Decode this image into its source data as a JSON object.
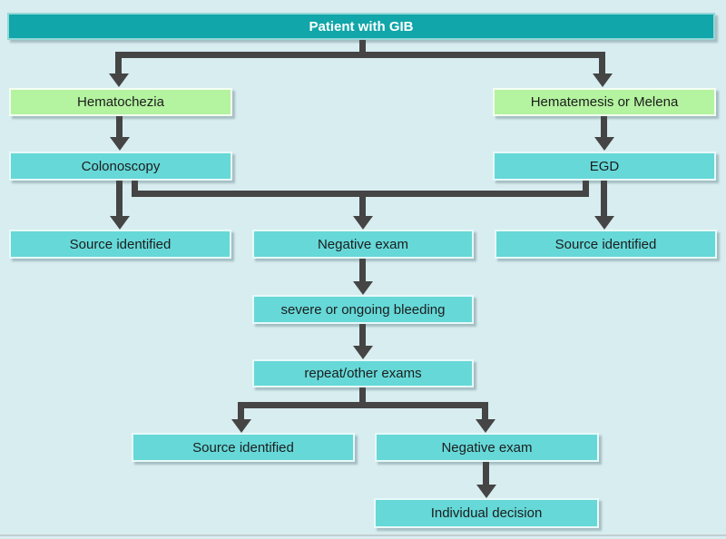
{
  "diagram": {
    "type": "flowchart",
    "title": "Patient with GIB",
    "nodes": {
      "header": {
        "label": "Patient with GIB"
      },
      "hematochezia": {
        "label": "Hematochezia"
      },
      "hematemesis_melena": {
        "label": "Hematemesis or Melena"
      },
      "colonoscopy": {
        "label": "Colonoscopy"
      },
      "egd": {
        "label": "EGD"
      },
      "source_identified_colon": {
        "label": "Source identified"
      },
      "negative_exam": {
        "label": "Negative exam"
      },
      "source_identified_egd": {
        "label": "Source identified"
      },
      "severe_bleeding": {
        "label": "severe or ongoing bleeding"
      },
      "repeat_exams": {
        "label": "repeat/other exams"
      },
      "source_identified_repeat": {
        "label": "Source identified"
      },
      "negative_exam_repeat": {
        "label": "Negative exam"
      },
      "individual_decision": {
        "label": "Individual decision"
      }
    },
    "edges": [
      {
        "from": "Patient with GIB",
        "to": "Hematochezia"
      },
      {
        "from": "Patient with GIB",
        "to": "Hematemesis or Melena"
      },
      {
        "from": "Hematochezia",
        "to": "Colonoscopy"
      },
      {
        "from": "Hematemesis or Melena",
        "to": "EGD"
      },
      {
        "from": "Colonoscopy",
        "to": "Source identified"
      },
      {
        "from": "Colonoscopy",
        "to": "Negative exam"
      },
      {
        "from": "EGD",
        "to": "Negative exam"
      },
      {
        "from": "EGD",
        "to": "Source identified"
      },
      {
        "from": "Negative exam",
        "to": "severe or ongoing bleeding"
      },
      {
        "from": "severe or ongoing bleeding",
        "to": "repeat/other exams"
      },
      {
        "from": "repeat/other exams",
        "to": "Source identified"
      },
      {
        "from": "repeat/other exams",
        "to": "Negative exam"
      },
      {
        "from": "Negative exam",
        "to": "Individual decision"
      }
    ],
    "colors": {
      "background": "#d8edf0",
      "header_fill": "#11a6a9",
      "node_fill": "#66d8d8",
      "highlight_fill": "#b4f3a0",
      "arrow": "#454545",
      "text": "#1d1d1d",
      "header_text": "#ffffff",
      "rule": "#c2ced1"
    }
  }
}
